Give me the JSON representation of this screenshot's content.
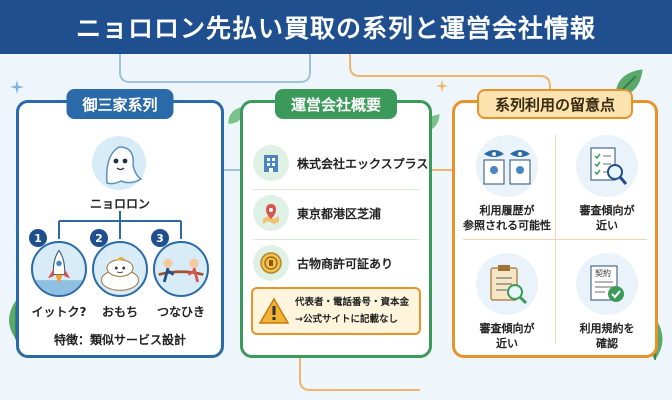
{
  "title": "ニョロロン先払い買取の系列と運営会社情報",
  "colors": {
    "navy": "#1f4f8f",
    "blue": "#2b6aa8",
    "green": "#3b9a5a",
    "orange": "#e6932b"
  },
  "family": {
    "heading": "御三家系列",
    "mascot_name": "ニョロロン",
    "members": [
      {
        "number": "1",
        "name": "イットク?",
        "icon": "rocket-icon"
      },
      {
        "number": "2",
        "name": "おもち",
        "icon": "mochi-icon"
      },
      {
        "number": "3",
        "name": "つなひき",
        "icon": "tug-of-war-icon"
      }
    ],
    "feature": "特徴：類似サービス設計"
  },
  "company": {
    "heading": "運営会社概要",
    "rows": [
      {
        "text": "株式会社エックスプラス",
        "icon": "building-icon"
      },
      {
        "text": "東京都港区芝浦",
        "icon": "map-pin-icon"
      },
      {
        "text": "古物商許可証あり",
        "icon": "license-badge-icon"
      }
    ],
    "warning": {
      "icon": "warning-icon",
      "line1": "代表者・電話番号・資本金",
      "line2": "→公式サイトに記載なし"
    }
  },
  "cautions": {
    "heading": "系列利用の留意点",
    "items": [
      {
        "line1": "利用履歴が",
        "line2": "参照される可能性",
        "icon": "shared-records-icon"
      },
      {
        "line1": "審査傾向が",
        "line2": "近い",
        "icon": "checklist-magnifier-icon"
      },
      {
        "line1": "審査傾向が",
        "line2": "近い",
        "icon": "clipboard-magnifier-icon"
      },
      {
        "line1": "利用規約を",
        "line2": "確認",
        "icon": "contract-check-icon",
        "doc_label": "契約"
      }
    ]
  }
}
